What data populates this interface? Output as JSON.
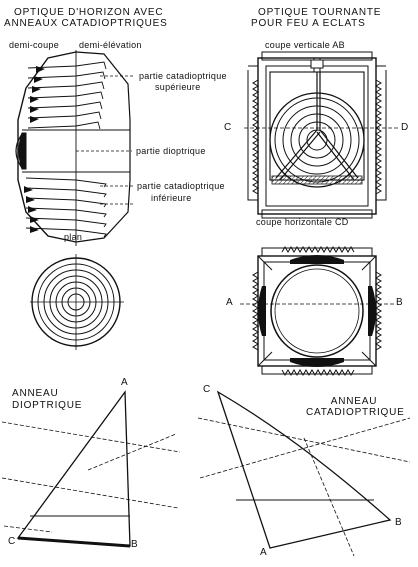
{
  "left_top": {
    "title_line1": "OPTIQUE D'HORIZON AVEC",
    "title_line2": "ANNEAUX CATADIOPTRIQUES",
    "half_section": "demi-coupe",
    "half_elevation": "demi-élévation",
    "upper_cata_line1": "partie catadioptrique",
    "upper_cata_line2": "supérieure",
    "dioptric": "partie dioptrique",
    "lower_cata_line1": "partie catadioptrique",
    "lower_cata_line2": "inférieure"
  },
  "right_top": {
    "title_line1": "OPTIQUE TOURNANTE",
    "title_line2": "POUR FEU A ECLATS",
    "vertical_section": "coupe verticale AB",
    "point_c": "C",
    "point_d": "D"
  },
  "left_mid": {
    "plan": "plan"
  },
  "right_mid": {
    "horizontal_section": "coupe horizontale CD",
    "point_a": "A",
    "point_b": "B"
  },
  "bottom_left": {
    "title_line1": "ANNEAU",
    "title_line2": "DIOPTRIQUE",
    "point_a": "A",
    "point_b": "B",
    "point_c": "C"
  },
  "bottom_right": {
    "title_line1": "ANNEAU",
    "title_line2": "CATADIOPTRIQUE",
    "point_a": "A",
    "point_b": "B",
    "point_c": "C"
  }
}
